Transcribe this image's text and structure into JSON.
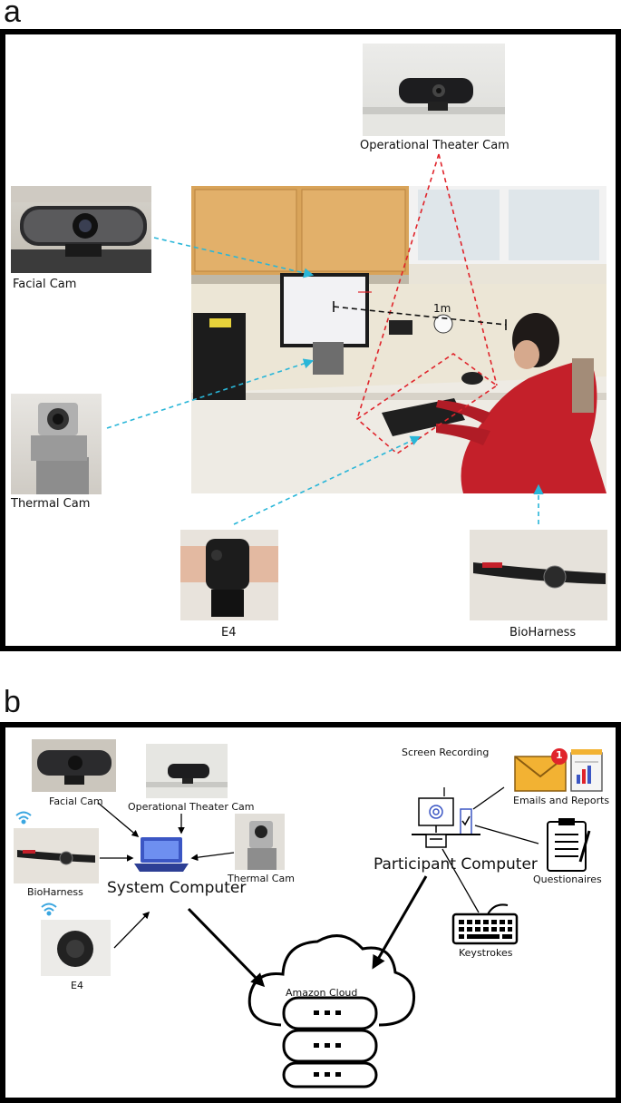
{
  "panel_a": {
    "letter": "a",
    "labels": {
      "operational_theater_cam": "Operational Theater Cam",
      "facial_cam": "Facial Cam",
      "thermal_cam": "Thermal Cam",
      "e4": "E4",
      "bioharness": "BioHarness",
      "distance": "1m"
    }
  },
  "panel_b": {
    "letter": "b",
    "labels": {
      "facial_cam": "Facial Cam",
      "operational_theater_cam": "Operational Theater Cam",
      "bioharness": "BioHarness",
      "thermal_cam": "Thermal Cam",
      "system_computer": "System Computer",
      "e4": "E4",
      "amazon_cloud": "Amazon Cloud",
      "screen_recording": "Screen Recording",
      "emails_and_reports": "Emails and Reports",
      "participant_computer": "Participant Computer",
      "questionaires": "Questionaires",
      "keystrokes": "Keystrokes",
      "notification_count": "1"
    }
  },
  "colors": {
    "cyan_arrow": "#29b6d8",
    "red_dash": "#e0242b",
    "wifi": "#3aa6e0",
    "jacket_red": "#c4202a"
  }
}
